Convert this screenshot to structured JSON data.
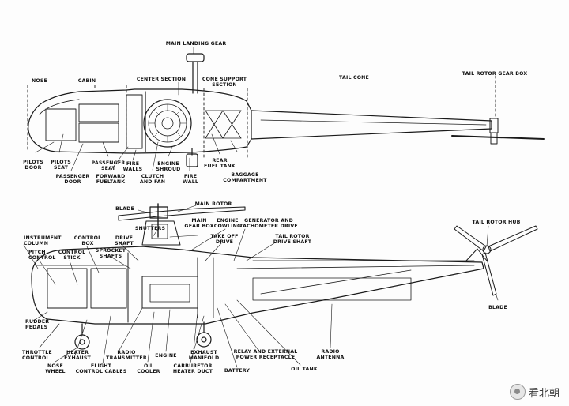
{
  "top_view": {
    "nose": "NOSE",
    "cabin": "CABIN",
    "center_section": "CENTER SECTION",
    "main_landing_gear": "MAIN LANDING GEAR",
    "cone_support_section": "CONE SUPPORT\nSECTION",
    "tail_cone": "TAIL CONE",
    "tail_rotor_gear_box": "TAIL ROTOR GEAR BOX",
    "pilots_door": "PILOTS\nDOOR",
    "pilots_seat": "PILOTS\nSEAT",
    "passenger_door": "PASSENGER\nDOOR",
    "passenger_seat": "PASSENGER\nSEAT",
    "forward_fuel_tank": "FORWARD\nFUELTANK",
    "fire_walls": "FIRE\nWALLS",
    "clutch_and_fan": "CLUTCH\nAND FAN",
    "engine_shroud": "ENGINE\nSHROUD",
    "fire_wall": "FIRE\nWALL",
    "rear_fuel_tank": "REAR\nFUEL TANK",
    "baggage_compartment": "BAGGAGE\nCOMPARTMENT"
  },
  "side_view": {
    "blade_top": "BLADE",
    "main_rotor": "MAIN ROTOR",
    "shutters": "SHUTTERS",
    "main_gear_box": "MAIN\nGEAR BOX",
    "engine_cowling": "ENGINE\nCOWLING",
    "generator_tachometer": "GENERATOR AND\nTACHOMETER DRIVE",
    "take_off_drive": "TAKE OFF\nDRIVE",
    "tail_rotor_drive_shaft": "TAIL ROTOR\nDRIVE SHAFT",
    "tail_rotor_hub": "TAIL ROTOR HUB",
    "instrument_column": "INSTRUMENT\nCOLUMN",
    "pitch_control": "PITCH\nCONTROL",
    "control_stick": "CONTROL\nSTICK",
    "control_box": "CONTROL\nBOX",
    "drive_shaft": "DRIVE\nSHAFT",
    "sprocket_shafts": "SPROCKET\nSHAFTS",
    "rudder_pedals": "RUDDER\nPEDALS",
    "throttle_control": "THROTTLE\nCONTROL",
    "heater_exhaust": "HEATER\nEXHAUST",
    "nose_wheel": "NOSE\nWHEEL",
    "flight_control_cables": "FLIGHT\nCONTROL CABLES",
    "radio_transmitter": "RADIO\nTRANSMITTER",
    "oil_cooler": "OIL\nCOOLER",
    "engine": "ENGINE",
    "exhaust_manifold": "EXHAUST\nMANIFOLD",
    "carburetor_heater_duct": "CARBURETOR\nHEATER DUCT",
    "battery": "BATTERY",
    "relay_power_receptacle": "RELAY AND EXTERNAL\nPOWER RECEPTACLE",
    "oil_tank": "OIL TANK",
    "radio_antenna": "RADIO\nANTENNA",
    "blade_tail": "BLADE"
  },
  "watermark": {
    "text": "看北朝"
  }
}
